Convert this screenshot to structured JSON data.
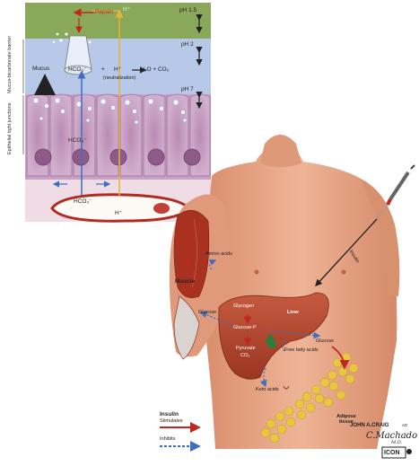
{
  "stomach_panel": {
    "pepsin": "Pepsin",
    "h_plus_top": "H⁺",
    "ph_1_5": "pH 1.5",
    "ph_2": "pH 2",
    "ph_7": "pH 7",
    "mucus": "Mucus",
    "hco3_layer": "HCO₃⁻",
    "plus_sign": "+",
    "h_plus_mid": "H⁺",
    "reaction_product": "→ H₂O + CO₂",
    "neutralization": "(neutralization)",
    "hco3_cell": "HCO₃⁻",
    "hco3_vessel": "HCO₃⁻",
    "h_plus_vessel": "H⁺",
    "barrier_label": "Mucus-bicarbonate barrier",
    "junction_label": "Epithelial tight junctions"
  },
  "body_panel": {
    "amino_acids": "Amino acids",
    "muscle": "Muscle",
    "glucose_muscle": "Glucose",
    "glycogen": "Glycogen",
    "liver": "Liver",
    "glucose_p": "Glucose-P",
    "pyruvate": "Pyruvate",
    "co2": "CO₂",
    "free_fatty_acids": "Free fatty acids",
    "glucose_adipose": "Glucose",
    "keto_acids": "Keto acids",
    "insulin_syringe": "Insulin",
    "adipose_tissue": "Adipose tissue"
  },
  "legend": {
    "title": "Insulin",
    "stimulates": "Stimulates",
    "inhibits": "Inhibits"
  },
  "credits": {
    "artist": "JOHN A.CRAIG",
    "artist_suffix": "AD",
    "signature": "C.Machado",
    "signature_suffix": "M.D.",
    "icon_logo": "ICON"
  },
  "colors": {
    "acid_layer": "#8aa85a",
    "mucus_layer": "#b7c8e8",
    "epithelium": "#c7a2c4",
    "stimulates_arrow": "#c0281f",
    "inhibits_arrow": "#3b6fc2",
    "skin": "#e6a283",
    "liver": "#b3462f",
    "adipose": "#e8c640"
  }
}
